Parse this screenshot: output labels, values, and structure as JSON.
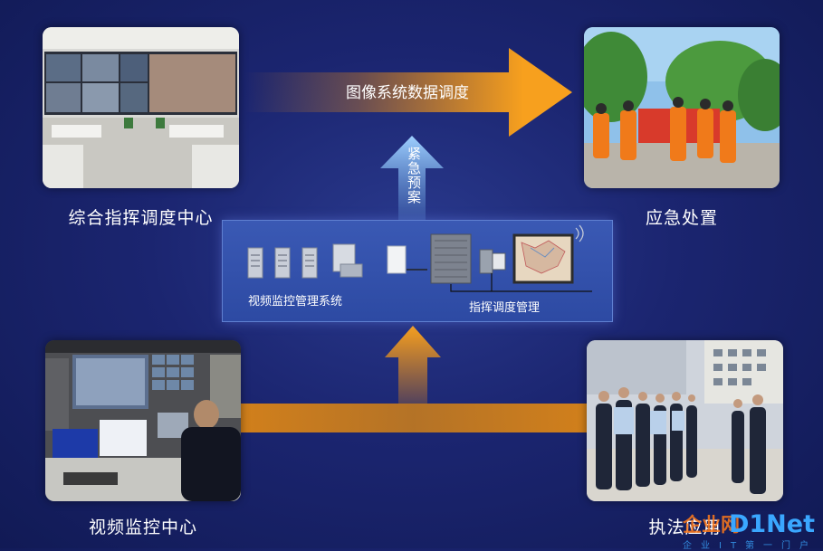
{
  "top_arrow": {
    "label": "图像系统数据调度"
  },
  "vertical_arrow": {
    "label": "紧急预案"
  },
  "nodes": {
    "command_center": {
      "caption": "综合指挥调度中心"
    },
    "emergency": {
      "caption": "应急处置"
    },
    "video_center": {
      "caption": "视频监控中心"
    },
    "law_enforcement": {
      "caption": "执法应用"
    }
  },
  "center_panel": {
    "left_label": "视频监控管理系统",
    "right_label": "指挥调度管理"
  },
  "watermark": {
    "brand": "D1Net",
    "cn": "企业网",
    "sub": "企业IT第一门户"
  },
  "colors": {
    "arrow": "#f4900f",
    "background": "#1b2570",
    "panel": "#3150a8"
  }
}
